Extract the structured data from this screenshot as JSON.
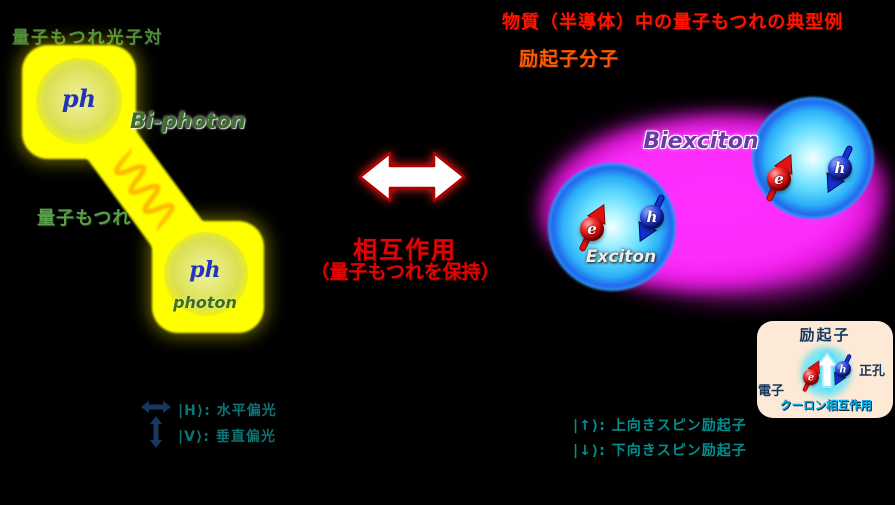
{
  "left_panel": {
    "title": "量子もつれ光子対",
    "biphoton_label": "Bi-photon",
    "entanglement_label": "量子もつれ",
    "photon_symbol": "ph",
    "photon_caption": "photon"
  },
  "center": {
    "interaction_title": "相互作用",
    "interaction_subtitle": "（量子もつれを保持）"
  },
  "right_panel": {
    "title": "物質（半導体）中の量子もつれの典型例",
    "subtitle": "励起子分子",
    "biexciton_label": "Biexciton",
    "exciton_label": "Exciton",
    "electron_symbol": "e",
    "hole_symbol": "h"
  },
  "exciton_box": {
    "title": "励起子",
    "electron_label": "電子",
    "hole_label": "正孔",
    "coulomb_label": "クーロン相互作用"
  },
  "legend_photon": {
    "h_state": "|H⟩: 水平偏光",
    "v_state": "|V⟩: 垂直偏光"
  },
  "legend_exciton": {
    "up_state": "|↑⟩: 上向きスピン励起子",
    "down_state": "|↓⟩: 下向きスピン励起子"
  },
  "colors": {
    "background": "#000000",
    "photon_yellow": "#ffff00",
    "wave_orange": "#ffa600",
    "title_green": "#4e8c3a",
    "title_red": "#ff1400",
    "subtitle_orange": "#ff5a00",
    "interaction_red": "#e20404",
    "biexciton_magenta": "#ff2dff",
    "exciton_cyan": "#35d3fa",
    "biexciton_text_purple": "#6a3aa6",
    "electron_red": "#cf0404",
    "hole_blue": "#1322b2",
    "legend_teal": "#0d7474",
    "spin_legend_teal": "#009090",
    "navy": "#17375e",
    "box_peach": "#fce9d6",
    "coulomb_cyan": "#00b4f0"
  }
}
